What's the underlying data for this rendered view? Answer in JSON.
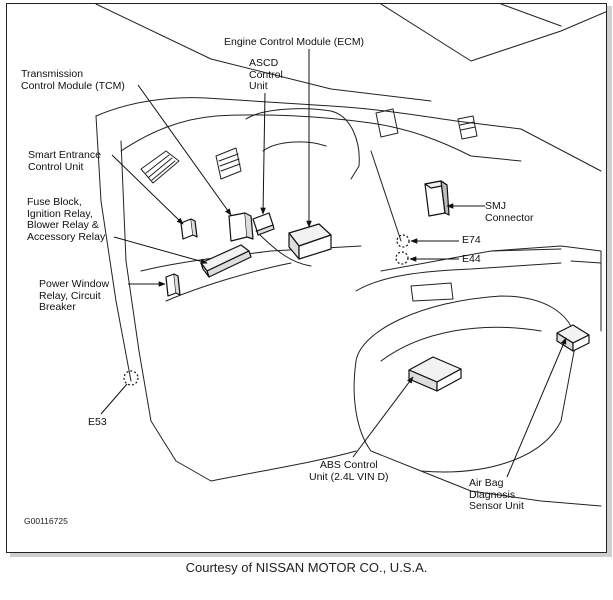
{
  "labels": {
    "ecm": "Engine Control Module (ECM)",
    "ascd": "ASCD\nControl\nUnit",
    "tcm": "Transmission\nControl Module (TCM)",
    "smart_entrance": "Smart Entrance\nControl Unit",
    "fuse_block": "Fuse Block,\nIgnition Relay,\nBlower Relay &\nAccessory Relay",
    "power_window": "Power Window\nRelay, Circuit\nBreaker",
    "e53": "E53",
    "smj": "SMJ\nConnector",
    "e74": "E74",
    "e44": "E44",
    "abs": "ABS Control\nUnit (2.4L VIN D)",
    "airbag": "Air Bag\nDiagnosis\nSensor Unit"
  },
  "figure_code": "G00116725",
  "credit": "Courtesy of NISSAN MOTOR CO., U.S.A."
}
